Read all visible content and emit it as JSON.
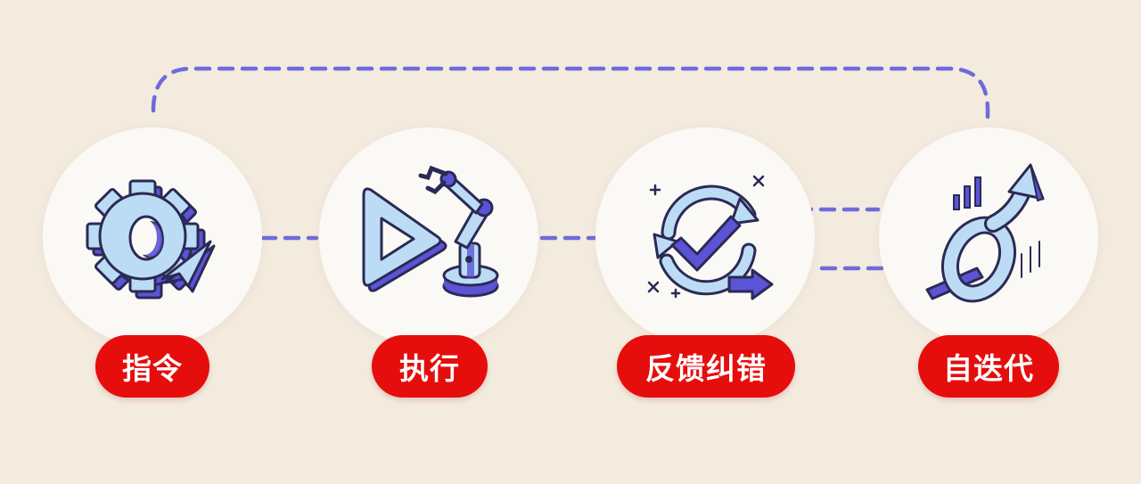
{
  "colors": {
    "background": "#f3ebde",
    "circle": "#fbf9f6",
    "label_bg": "#e60d0d",
    "label_text": "#ffffff",
    "connector": "#6f6bdb",
    "icon_fill": "#bcdcf5",
    "icon_stroke": "#2b2a55",
    "icon_accent": "#5b54d6"
  },
  "steps": [
    {
      "label": "指令",
      "icon": "gear-cursor-icon"
    },
    {
      "label": "执行",
      "icon": "play-robot-arm-icon"
    },
    {
      "label": "反馈纠错",
      "icon": "check-cycle-icon"
    },
    {
      "label": "自迭代",
      "icon": "growth-spiral-icon"
    }
  ]
}
